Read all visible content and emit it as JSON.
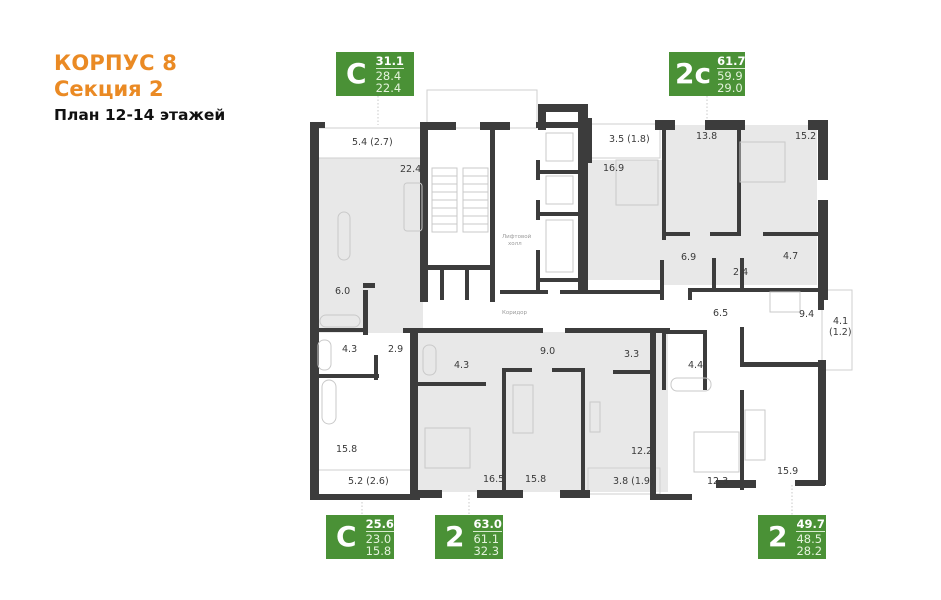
{
  "header": {
    "building": "КОРПУС 8",
    "section": "Секция 2",
    "plan": "План 12-14 этажей"
  },
  "colors": {
    "title_accent": "#ea8a24",
    "badge_green": "#4a9136",
    "wall": "#3c3c3c",
    "apartment_fill": "#e8e8e8"
  },
  "apartments": [
    {
      "type": "C",
      "total": "31.1",
      "living_total": "28.4",
      "living": "22.4",
      "position": "top-left"
    },
    {
      "type": "2с",
      "total": "61.7",
      "living_total": "59.9",
      "living": "29.0",
      "position": "top-right"
    },
    {
      "type": "C",
      "total": "25.6",
      "living_total": "23.0",
      "living": "15.8",
      "position": "bottom-left"
    },
    {
      "type": "2",
      "total": "63.0",
      "living_total": "61.1",
      "living": "32.3",
      "position": "bottom-center"
    },
    {
      "type": "2",
      "total": "49.7",
      "living_total": "48.5",
      "living": "28.2",
      "position": "bottom-right"
    }
  ],
  "rooms": {
    "balcony_tl": "5.4 (2.7)",
    "studio_tl": "22.4",
    "bath_tl": "6.0",
    "balcony_tc": "3.5 (1.8)",
    "kitchen_tr": "16.9",
    "bed1_tr": "13.8",
    "bed2_tr": "15.2",
    "hall_tr": "6.9",
    "wc_tr": "2.4",
    "bath_tr": "4.7",
    "hall_r": "6.5",
    "kitchen_r": "9.4",
    "balcony_r": "4.1",
    "balcony_r_eff": "(1.2)",
    "bath_bl": "4.3",
    "hall_bl": "2.9",
    "studio_bl": "15.8",
    "balcony_bl": "5.2 (2.6)",
    "bath_bc": "4.3",
    "hall_bc": "9.0",
    "bed_bc": "16.5",
    "living_bc": "15.8",
    "bath2_bc": "3.3",
    "kitchen_bc": "12.2",
    "balcony_bc": "3.8 (1.9)",
    "bath_br": "4.4",
    "bed_br": "12.3",
    "living_br": "15.9"
  },
  "labels": {
    "elevator_hall_1": "Лифтовой",
    "elevator_hall_2": "холл",
    "corridor": "Коридор"
  }
}
